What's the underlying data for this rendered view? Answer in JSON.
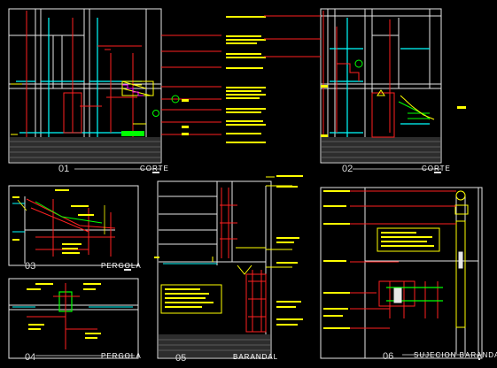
{
  "drawing": {
    "background": "#000000",
    "colors": {
      "frame": "#e6e6e6",
      "red": "#ff2020",
      "yellow": "#ffff00",
      "green": "#00ff00",
      "cyan": "#00ffff",
      "hatch": "#bdbdbd",
      "magenta": "#ff00ff"
    },
    "details": [
      {
        "number": "01",
        "title": "CORTE"
      },
      {
        "number": "02",
        "title": "CORTE"
      },
      {
        "number": "03",
        "title": "PERGOLA"
      },
      {
        "number": "04",
        "title": "PERGOLA"
      },
      {
        "number": "05",
        "title": "BARANDAL"
      },
      {
        "number": "06",
        "title": "SUJECION BARANDAL"
      }
    ]
  }
}
